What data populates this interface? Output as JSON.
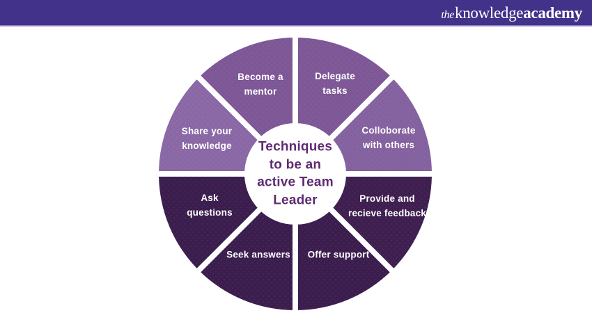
{
  "header": {
    "bg_color": "#423289",
    "logo": {
      "the": "the",
      "knowledge": "knowledge",
      "academy": "academy"
    }
  },
  "wheel": {
    "center": {
      "lines": [
        "Techniques",
        "to be an",
        "active Team",
        "Leader"
      ],
      "text_color": "#5d2b71"
    },
    "divider_color": "#ffffff",
    "segments": [
      {
        "name": "become-a-mentor",
        "lines": [
          "Become a",
          "mentor"
        ],
        "color": "#7d5796"
      },
      {
        "name": "delegate-tasks",
        "lines": [
          "Delegate",
          "tasks"
        ],
        "color": "#7d5796"
      },
      {
        "name": "collaborate-with-others",
        "lines": [
          "Colloborate",
          "with others"
        ],
        "color": "#84619f"
      },
      {
        "name": "provide-and-receive-feedback",
        "lines": [
          "Provide and",
          "recieve feedback"
        ],
        "color": "#3e1f50"
      },
      {
        "name": "offer-support",
        "lines": [
          "Offer support"
        ],
        "color": "#3b1d4e"
      },
      {
        "name": "seek-answers",
        "lines": [
          "Seek answers"
        ],
        "color": "#3b1d4e"
      },
      {
        "name": "ask-questions",
        "lines": [
          "Ask",
          "questions"
        ],
        "color": "#3b1d4e"
      },
      {
        "name": "share-your-knowledge",
        "lines": [
          "Share your",
          "knowledge"
        ],
        "color": "#8a68a5"
      }
    ]
  }
}
